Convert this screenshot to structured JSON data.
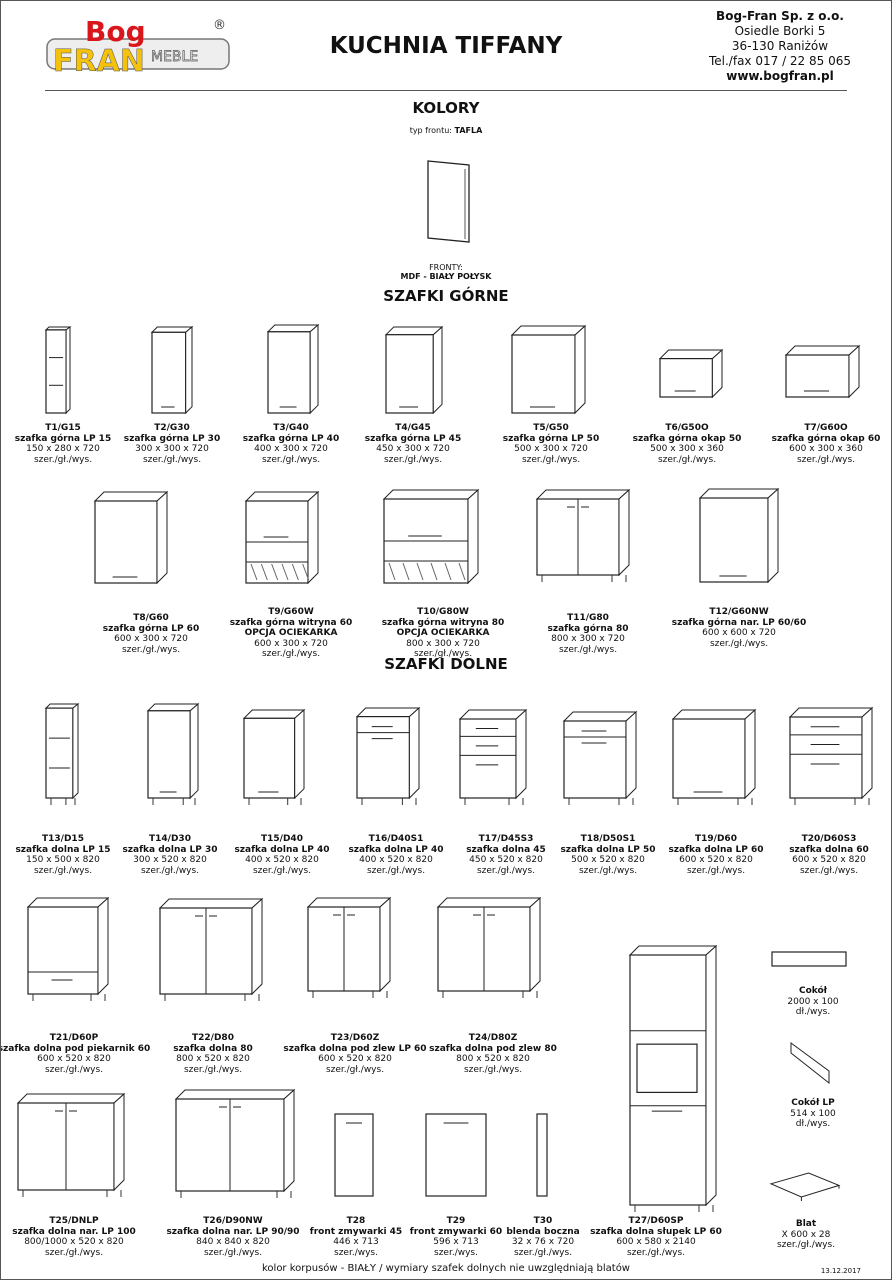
{
  "header": {
    "logo_text": {
      "top": "Bog",
      "bottom": "FRAN",
      "tag": "MEBLE",
      "mark": "®"
    },
    "title": "KUCHNIA TIFFANY",
    "company": [
      "Bog-Fran Sp. z o.o.",
      "Osiedle Borki 5",
      "36-130 Raniżów",
      "Tel./fax 017 / 22 85 065",
      "www.bogfran.pl"
    ]
  },
  "colors_section": {
    "heading": "KOLORY",
    "front_type_label": "typ frontu:",
    "front_type": "TAFLA",
    "fronts_label": "FRONTY:",
    "fronts_value": "MDF - BIAŁY POŁYSK"
  },
  "upper_heading": "SZAFKI GÓRNE",
  "lower_heading": "SZAFKI DOLNE",
  "items": [
    {
      "code": "T1/G15",
      "name": "szafka górna LP 15",
      "dims": "150 x 280 x 720",
      "unit": "szer./gł./wys."
    },
    {
      "code": "T2/G30",
      "name": "szafka górna LP 30",
      "dims": "300 x 300 x 720",
      "unit": "szer./gł./wys."
    },
    {
      "code": "T3/G40",
      "name": "szafka górna LP 40",
      "dims": "400 x 300 x 720",
      "unit": "szer./gł./wys."
    },
    {
      "code": "T4/G45",
      "name": "szafka górna LP 45",
      "dims": "450 x 300 x 720",
      "unit": "szer./gł./wys."
    },
    {
      "code": "T5/G50",
      "name": "szafka górna LP 50",
      "dims": "500 x 300 x 720",
      "unit": "szer./gł./wys."
    },
    {
      "code": "T6/G50O",
      "name": "szafka górna okap 50",
      "dims": "500 x 300 x 360",
      "unit": "szer./gł./wys."
    },
    {
      "code": "T7/G60O",
      "name": "szafka górna okap 60",
      "dims": "600 x 300 x 360",
      "unit": "szer./gł./wys."
    },
    {
      "code": "T8/G60",
      "name": "szafka górna LP 60",
      "dims": "600 x 300 x 720",
      "unit": "szer./gł./wys."
    },
    {
      "code": "T9/G60W",
      "name": "szafka górna witryna 60",
      "option": "OPCJA OCIEKARKA",
      "dims": "600 x 300 x 720",
      "unit": "szer./gł./wys."
    },
    {
      "code": "T10/G80W",
      "name": "szafka górna witryna 80",
      "option": "OPCJA OCIEKARKA",
      "dims": "800 x 300 x 720",
      "unit": "szer./gł./wys."
    },
    {
      "code": "T11/G80",
      "name": "szafka górna 80",
      "dims": "800 x 300 x 720",
      "unit": "szer./gł./wys."
    },
    {
      "code": "T12/G60NW",
      "name": "szafka górna nar. LP 60/60",
      "dims": "600 x 600 x 720",
      "unit": "szer./gł./wys."
    },
    {
      "code": "T13/D15",
      "name": "szafka dolna LP 15",
      "dims": "150 x 500 x 820",
      "unit": "szer./gł./wys."
    },
    {
      "code": "T14/D30",
      "name": "szafka dolna LP 30",
      "dims": "300 x 520 x 820",
      "unit": "szer./gł./wys."
    },
    {
      "code": "T15/D40",
      "name": "szafka dolna LP 40",
      "dims": "400 x 520 x 820",
      "unit": "szer./gł./wys."
    },
    {
      "code": "T16/D40S1",
      "name": "szafka dolna LP 40",
      "dims": "400 x 520 x 820",
      "unit": "szer./gł./wys."
    },
    {
      "code": "T17/D45S3",
      "name": "szafka dolna 45",
      "dims": "450 x 520 x 820",
      "unit": "szer./gł./wys."
    },
    {
      "code": "T18/D50S1",
      "name": "szafka dolna LP 50",
      "dims": "500 x 520 x 820",
      "unit": "szer./gł./wys."
    },
    {
      "code": "T19/D60",
      "name": "szafka dolna LP 60",
      "dims": "600 x 520 x 820",
      "unit": "szer./gł./wys."
    },
    {
      "code": "T20/D60S3",
      "name": "szafka dolna  60",
      "dims": "600 x 520 x 820",
      "unit": "szer./gł./wys."
    },
    {
      "code": "T21/D60P",
      "name": "szafka dolna pod  piekarnik 60",
      "dims": "600 x 520 x 820",
      "unit": "szer./gł./wys."
    },
    {
      "code": "T22/D80",
      "name": "szafka dolna 80",
      "dims": "800 x 520 x 820",
      "unit": "szer./gł./wys."
    },
    {
      "code": "T23/D60Z",
      "name": "szafka dolna pod zlew LP 60",
      "dims": "600 x 520 x 820",
      "unit": "szer./gł./wys."
    },
    {
      "code": "T24/D80Z",
      "name": "szafka dolna pod  zlew 80",
      "dims": "800 x 520 x 820",
      "unit": "szer./gł./wys."
    },
    {
      "code": "Cokół",
      "dims": "2000 x 100",
      "unit": "dł./wys."
    },
    {
      "code": "Cokół LP",
      "dims": "514 x 100",
      "unit": "dł./wys."
    },
    {
      "code": "Blat",
      "dims": "X 600 x 28",
      "unit": "szer./gł./wys."
    },
    {
      "code": "T25/DNLP",
      "name": "szafka dolna nar. LP 100",
      "dims": "800/1000 x 520 x 820",
      "unit": "szer./gł./wys."
    },
    {
      "code": "T26/D90NW",
      "name": "szafka dolna nar. LP 90/90",
      "dims": "840 x 840 x 820",
      "unit": "szer./gł./wys."
    },
    {
      "code": "T28",
      "name": "front zmywarki 45",
      "dims": "446 x 713",
      "unit": "szer./wys."
    },
    {
      "code": "T29",
      "name": "front zmywarki 60",
      "dims": "596 x 713",
      "unit": "szer./wys."
    },
    {
      "code": "T30",
      "name": "blenda boczna",
      "dims": "32 x 76 x 720",
      "unit": "szer./gł./wys."
    },
    {
      "code": "T27/D60SP",
      "name": "szafka dolna słupek LP 60",
      "dims": "600 x 580 x 2140",
      "unit": "szer./gł./wys."
    }
  ],
  "footer": {
    "note": "kolor korpusów - BIAŁY / wymiary szafek dolnych nie uwzględniają blatów",
    "date": "13.12.2017"
  }
}
